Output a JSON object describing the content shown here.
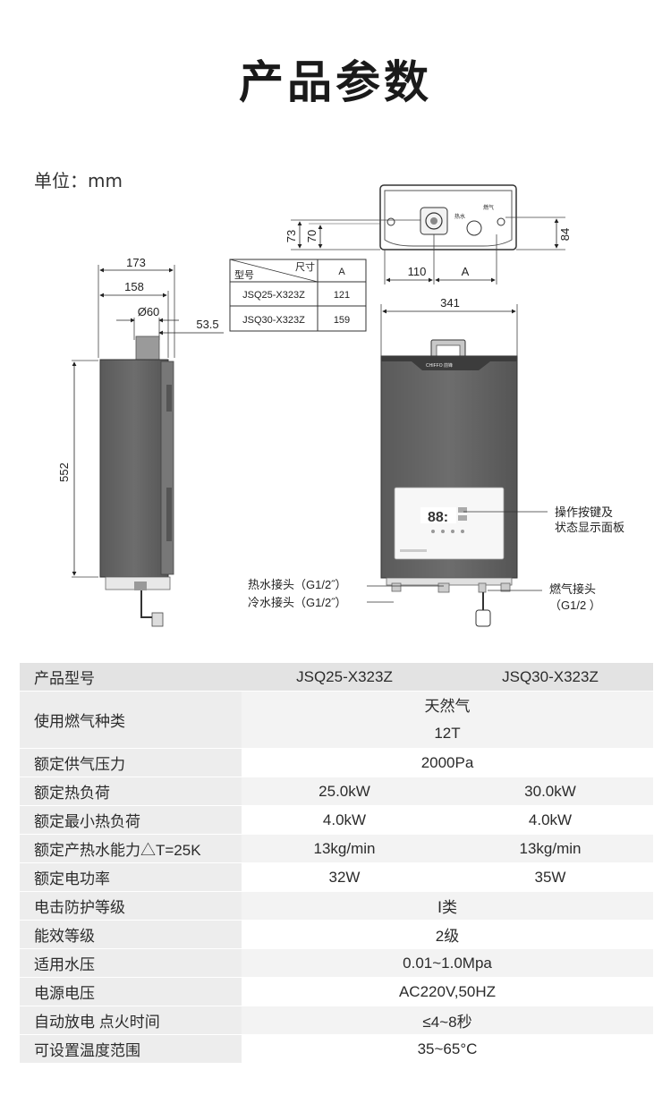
{
  "page": {
    "title": "产品参数",
    "unit_label": "单位：mm"
  },
  "drawing": {
    "side_view": {
      "dim_173": "173",
      "dim_158": "158",
      "dim_60": "Ø60",
      "dim_53_5": "53.5",
      "dim_552": "552"
    },
    "top_view": {
      "dim_73": "73",
      "dim_70": "70",
      "dim_84": "84",
      "dim_110": "110",
      "dim_A": "A",
      "label_hot": "热水",
      "label_gas": "燃气"
    },
    "front_view": {
      "dim_341": "341",
      "brand": "CHIFFO 前锋",
      "display": "88:",
      "callout_panel_1": "操作按键及",
      "callout_panel_2": "状态显示面板",
      "callout_gas_1": "燃气接头",
      "callout_gas_2": "（G1/2 ）",
      "callout_hot": "热水接头（G1/2˝）",
      "callout_cold": "冷水接头（G1/2˝）"
    },
    "size_table": {
      "header_model": "型号",
      "header_size": "尺寸",
      "header_A": "A",
      "rows": [
        {
          "model": "JSQ25-X323Z",
          "a": "121"
        },
        {
          "model": "JSQ30-X323Z",
          "a": "159"
        }
      ]
    }
  },
  "specs": {
    "header": {
      "label": "产品型号",
      "m1": "JSQ25-X323Z",
      "m2": "JSQ30-X323Z"
    },
    "gas_type": {
      "label": "使用燃气种类",
      "v1": "天然气",
      "v2": "12T"
    },
    "rated_pressure": {
      "label": "额定供气压力",
      "v": "2000Pa"
    },
    "rated_heat_load": {
      "label": "额定热负荷",
      "m1": "25.0kW",
      "m2": "30.0kW"
    },
    "min_heat_load": {
      "label": "额定最小热负荷",
      "m1": "4.0kW",
      "m2": "4.0kW"
    },
    "hot_water_capacity": {
      "label": "额定产热水能力△T=25K",
      "m1": "13kg/min",
      "m2": "13kg/min"
    },
    "rated_power": {
      "label": "额定电功率",
      "m1": "32W",
      "m2": "35W"
    },
    "shock_protection": {
      "label": "电击防护等级",
      "v": "Ⅰ类"
    },
    "efficiency_grade": {
      "label": "能效等级",
      "v": "2级"
    },
    "water_pressure": {
      "label": "适用水压",
      "v": "0.01~1.0Mpa"
    },
    "power_supply": {
      "label": "电源电压",
      "v": "AC220V,50HZ"
    },
    "ignition_time": {
      "label": "自动放电 点火时间",
      "v": "≤4~8秒"
    },
    "temp_range": {
      "label": "可设置温度范围",
      "v": "35~65°C"
    }
  }
}
